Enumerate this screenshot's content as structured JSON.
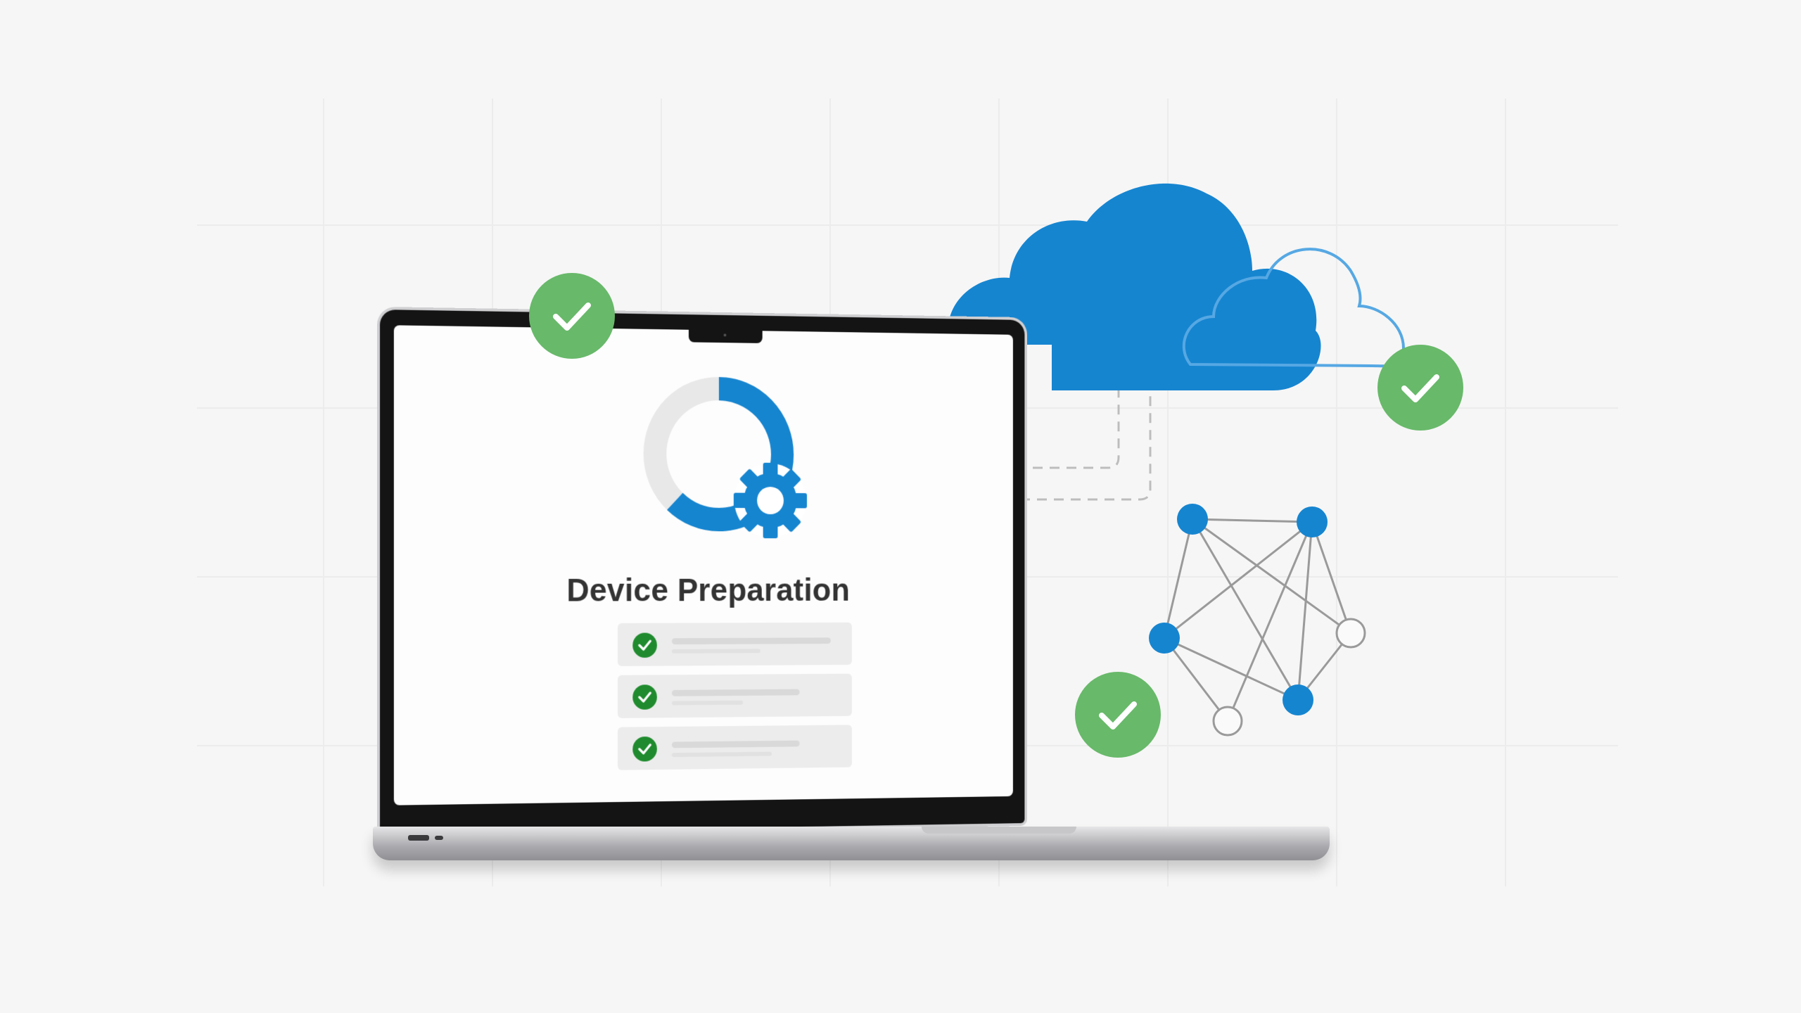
{
  "screen": {
    "title": "Device Preparation",
    "checklist": [
      {
        "status": "complete",
        "line1_width": 0.72,
        "line2_width": 0.4
      },
      {
        "status": "complete",
        "line1_width": 0.58,
        "line2_width": 0.32
      },
      {
        "status": "complete",
        "line1_width": 0.58,
        "line2_width": 0.45
      }
    ],
    "progress_fraction": 0.62
  },
  "icons": {
    "progress_ring": "progress-ring-icon",
    "gear": "gear-icon",
    "check": "check-icon",
    "cloud": "cloud-icon",
    "network": "network-icon"
  },
  "colors": {
    "accent_blue": "#1685d0",
    "success_green": "#68b96a",
    "dark_green": "#1f8b2e",
    "ring_track": "#e8e8e8"
  }
}
